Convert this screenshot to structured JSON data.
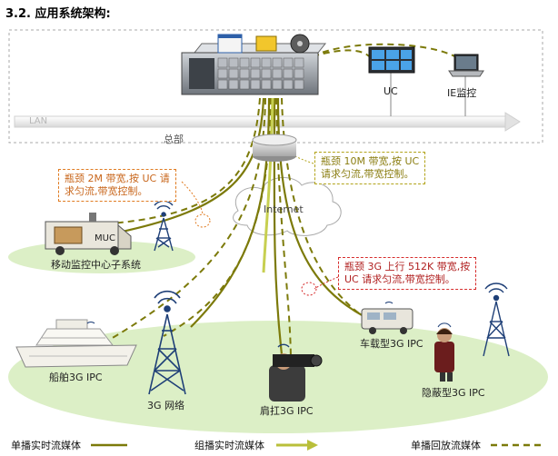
{
  "heading": "3.2. 应用系统架构:",
  "labels": {
    "lan": "LAN",
    "hq": "总部",
    "uc": "UC",
    "ie": "IE监控",
    "internet": "Internet",
    "muc": "MUC",
    "mobile_center": "移动监控中心子系统",
    "ship": "船舶3G IPC",
    "network": "3G 网络",
    "shoulder": "肩扛3G IPC",
    "vehicle": "车载型3G IPC",
    "hidden": "隐蔽型3G IPC"
  },
  "callouts": {
    "orange": [
      "瓶颈 2M 带宽,按 UC 请",
      "求匀流,带宽控制。"
    ],
    "olive": [
      "瓶颈 10M 带宽,按 UC",
      "请求匀流,带宽控制。"
    ],
    "red": [
      "瓶颈 3G 上行 512K 带宽,按",
      "UC 请求匀流,带宽控制。"
    ]
  },
  "legend": {
    "unicast_live": "单播实时流媒体",
    "multicast_live": "组播实时流媒体",
    "unicast_playback": "单播回放流媒体"
  },
  "colors": {
    "olive": "#7c7a0a",
    "olive_light": "#b9bf3a",
    "ground": "#dcefc6",
    "orange": "#e07b21",
    "red": "#d62c2c"
  }
}
